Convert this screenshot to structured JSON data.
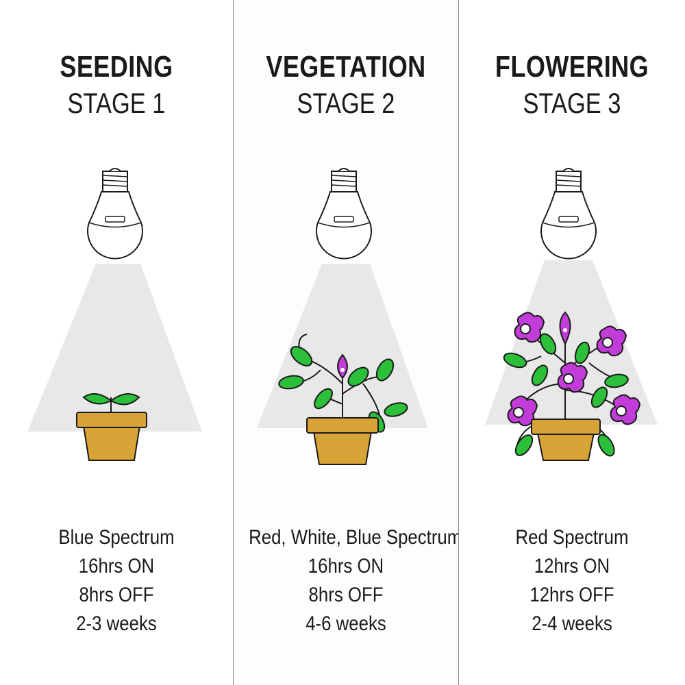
{
  "stages": [
    {
      "name": "SEEDING",
      "stage_label": "STAGE 1",
      "spectrum": "Blue Spectrum",
      "hours_on": "16hrs ON",
      "hours_off": "8hrs OFF",
      "duration": "2-3 weeks"
    },
    {
      "name": "VEGETATION",
      "stage_label": "STAGE 2",
      "spectrum": "Red, White, Blue Spectrum",
      "hours_on": "16hrs ON",
      "hours_off": "8hrs OFF",
      "duration": "4-6 weeks"
    },
    {
      "name": "FLOWERING",
      "stage_label": "STAGE 3",
      "spectrum": "Red Spectrum",
      "hours_on": "12hrs ON",
      "hours_off": "12hrs OFF",
      "duration": "2-4 weeks"
    }
  ],
  "colors": {
    "pot": "#d9a437",
    "leaf": "#2bbf3a",
    "flower": "#c13cd8",
    "light_cone": "#e8e8e8",
    "outline": "#1a1a1a"
  },
  "icons": [
    "light-bulb-icon",
    "seedling-icon",
    "plant-icon",
    "flowering-plant-icon",
    "flower-pot-icon"
  ]
}
